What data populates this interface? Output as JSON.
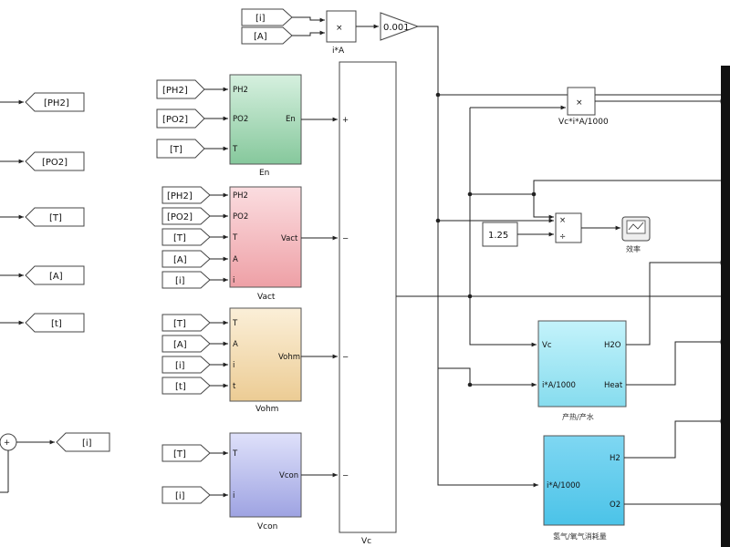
{
  "left_goto_tags": [
    {
      "name": "goto-ph2",
      "label": "[PH2]"
    },
    {
      "name": "goto-po2",
      "label": "[PO2]"
    },
    {
      "name": "goto-t",
      "label": "[T]"
    },
    {
      "name": "goto-a",
      "label": "[A]"
    },
    {
      "name": "goto-time",
      "label": "[t]"
    },
    {
      "name": "goto-i",
      "label": "[i]"
    }
  ],
  "top_product": {
    "from_i": "[i]",
    "from_a": "[A]",
    "product_symbol": "×",
    "caption": "i*A",
    "gain": "0.001"
  },
  "en_block": {
    "inputs": [
      "[PH2]",
      "[PO2]",
      "[T]"
    ],
    "ports_in": [
      "PH2",
      "PO2",
      "T"
    ],
    "port_out": "En",
    "caption": "En"
  },
  "vact_block": {
    "inputs": [
      "[PH2]",
      "[PO2]",
      "[T]",
      "[A]",
      "[i]"
    ],
    "ports_in": [
      "PH2",
      "PO2",
      "T",
      "A",
      "i"
    ],
    "port_out": "Vact",
    "caption": "Vact"
  },
  "vohm_block": {
    "inputs": [
      "[T]",
      "[A]",
      "[i]",
      "[t]"
    ],
    "ports_in": [
      "T",
      "A",
      "i",
      "t"
    ],
    "port_out": "Vohm",
    "caption": "Vohm"
  },
  "vcon_block": {
    "inputs": [
      "[T]",
      "[i]"
    ],
    "ports_in": [
      "T",
      "i"
    ],
    "port_out": "Vcon",
    "caption": "Vcon"
  },
  "sum_block": {
    "signs": [
      "+",
      "−",
      "−",
      "−"
    ],
    "caption": "Vc"
  },
  "power_product": {
    "symbol": "×",
    "caption": "Vc*i*A/1000"
  },
  "efficiency": {
    "constant": "1.25",
    "multiply": "×",
    "divide": "÷",
    "scope_caption": "效率"
  },
  "heat_block": {
    "ports_in": [
      "Vc",
      "i*A/1000"
    ],
    "ports_out": [
      "H2O",
      "Heat"
    ],
    "caption": "产热/产水"
  },
  "gas_block": {
    "ports_in": [
      "i*A/1000"
    ],
    "ports_out": [
      "H2",
      "O2"
    ],
    "caption": "氢气/氧气消耗量"
  },
  "colors": {
    "en": "#8fcea4",
    "vact": "#f0a8ac",
    "vohm": "#f2d6a4",
    "vcon": "#a6abe6",
    "heat": "#8fe0ef",
    "gas": "#5ecbec"
  }
}
